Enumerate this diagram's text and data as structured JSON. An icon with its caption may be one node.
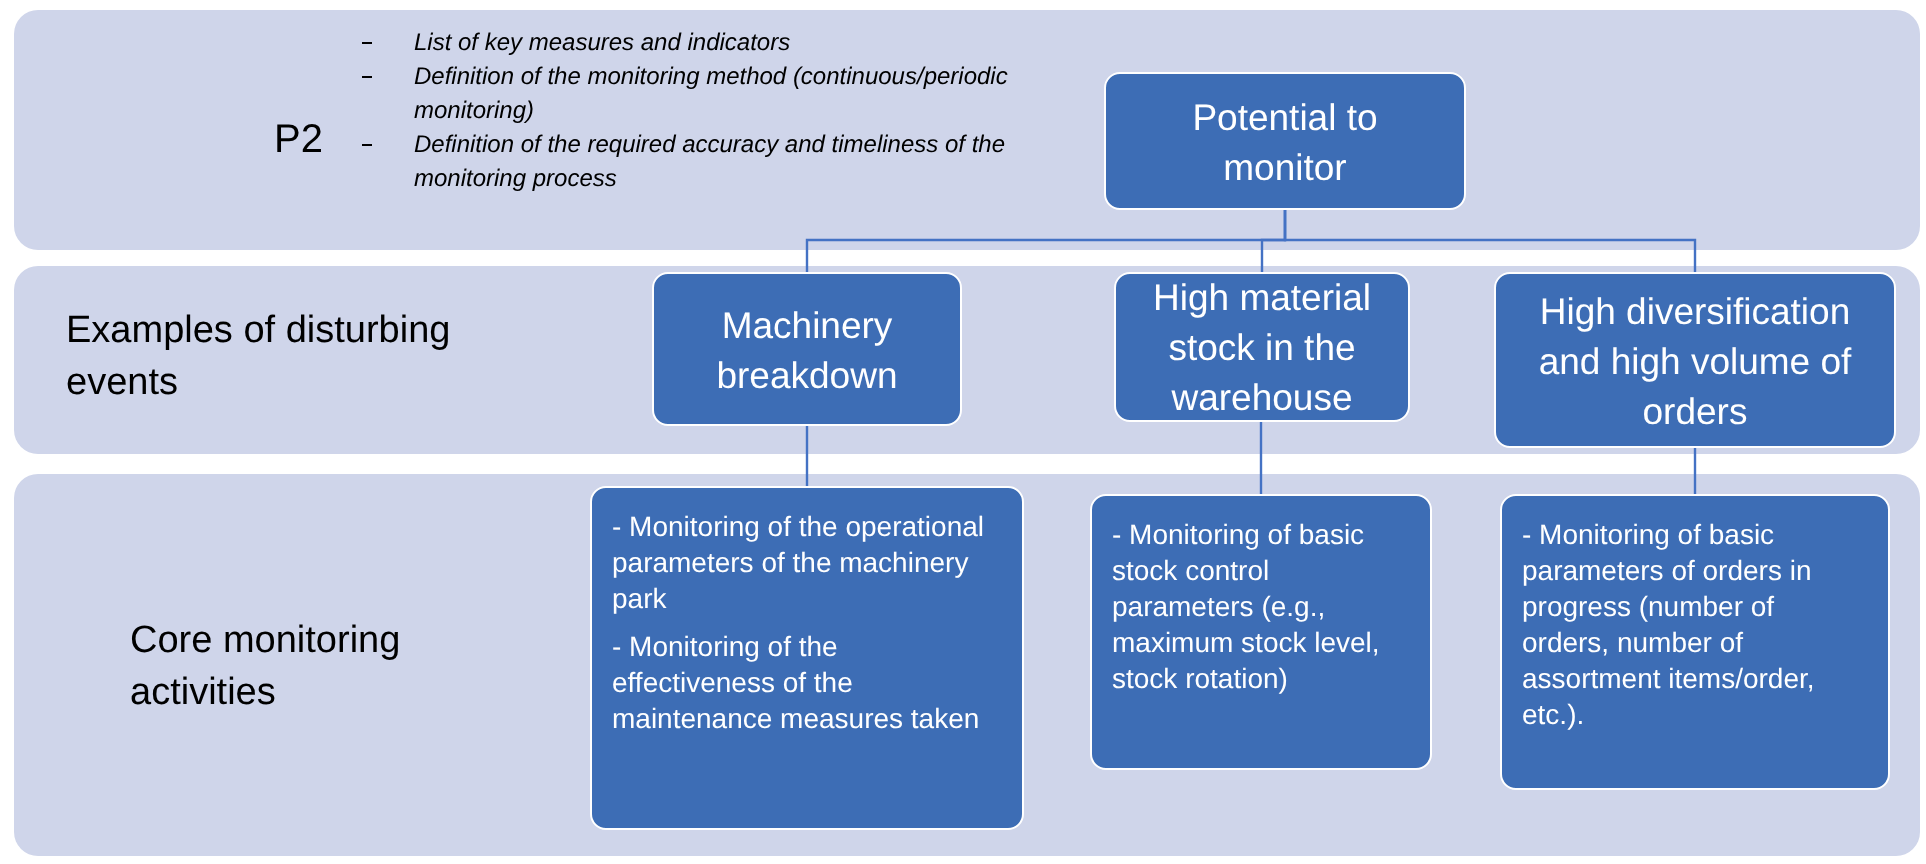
{
  "diagram": {
    "nodes": [
      {
        "text": [
          "P2",
          "List of key measures and indicators",
          "Definition of the monitoring method (continuous/periodic monitoring)",
          "Definition of the required accuracy and timeliness of the monitoring process"
        ]
      },
      {
        "text": [
          "Potential to monitor"
        ],
        "in": 0
      },
      {
        "text": [
          "Examples of disturbing events"
        ]
      },
      {
        "text": [
          "Machinery breakdown"
        ],
        "in": 2
      },
      {
        "text": [
          "High material stock in the warehouse"
        ],
        "in": 2
      },
      {
        "text": [
          "High diversification and high volume of orders"
        ],
        "in": 2
      },
      {
        "text": [
          "Core monitoring activities"
        ]
      },
      {
        "text": [
          "- Monitoring of the operational parameters of the machinery park",
          "- Monitoring of the effectiveness of the maintenance measures taken"
        ],
        "in": 6
      },
      {
        "text": [
          "- Monitoring of basic stock control parameters (e.g., maximum stock level, stock rotation)"
        ],
        "in": 6
      },
      {
        "text": [
          "- Monitoring of basic parameters of orders in progress (number of orders, number of assortment items/order, etc.)."
        ],
        "in": 6
      }
    ],
    "edges": [
      {
        "from": 1,
        "to": 3,
        "arrow": "none"
      },
      {
        "from": 1,
        "to": 4,
        "arrow": "none"
      },
      {
        "from": 1,
        "to": 5,
        "arrow": "none"
      },
      {
        "from": 3,
        "to": 7,
        "arrow": "none"
      },
      {
        "from": 4,
        "to": 8,
        "arrow": "none"
      },
      {
        "from": 5,
        "to": 9,
        "arrow": "none"
      }
    ]
  }
}
